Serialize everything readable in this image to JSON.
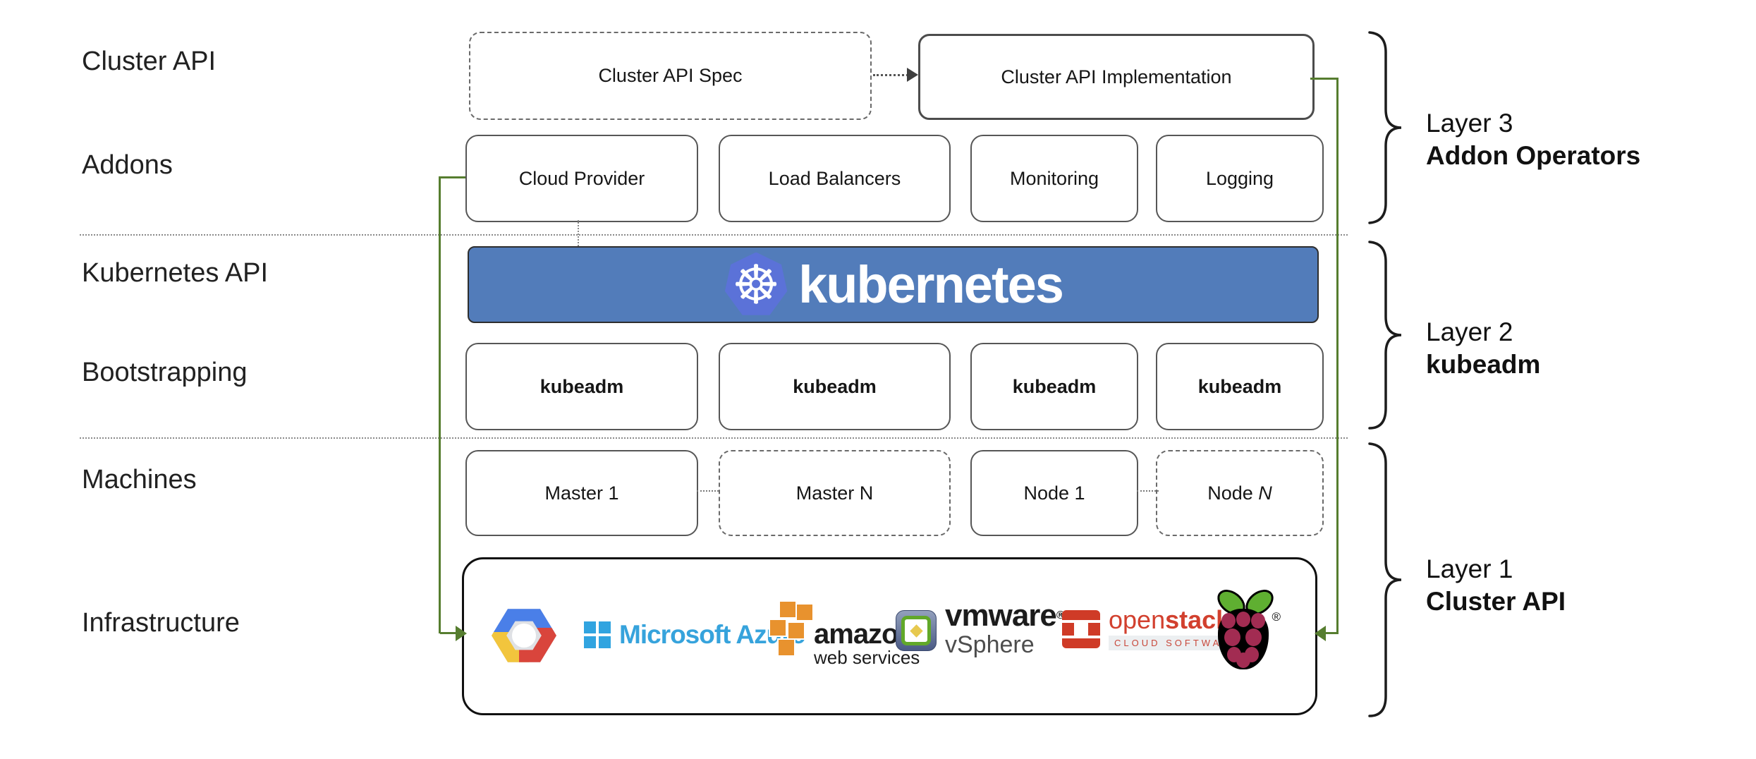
{
  "row_labels": {
    "cluster_api": "Cluster API",
    "addons": "Addons",
    "kubernetes_api": "Kubernetes API",
    "bootstrapping": "Bootstrapping",
    "machines": "Machines",
    "infrastructure": "Infrastructure"
  },
  "cluster_api_row": {
    "spec": "Cluster API Spec",
    "implementation": "Cluster API Implementation"
  },
  "addons_row": [
    "Cloud Provider",
    "Load Balancers",
    "Monitoring",
    "Logging"
  ],
  "kubernetes_banner": {
    "wheel_glyph": "☸",
    "wordmark": "kubernetes"
  },
  "bootstrapping_row": [
    "kubeadm",
    "kubeadm",
    "kubeadm",
    "kubeadm"
  ],
  "machines_row": {
    "master_1": "Master 1",
    "master_n": "Master N",
    "node_1": "Node 1",
    "node_n_prefix": "Node ",
    "node_n_suffix": "N"
  },
  "infrastructure_row": {
    "azure_text": "Microsoft Azure",
    "amazon_text": "amazon",
    "amazon_sub": "web services",
    "vmware_text": "vmware",
    "vmware_reg": "®",
    "vmware_sub": "vSphere",
    "openstack_open": "open",
    "openstack_stack": "stack",
    "openstack_tm": "™",
    "openstack_sub": "CLOUD SOFTWARE",
    "raspberry_reg": "®"
  },
  "layers": {
    "layer3": {
      "line1": "Layer 3",
      "line2": "Addon Operators"
    },
    "layer2": {
      "line1": "Layer 2",
      "line2": "kubeadm"
    },
    "layer1": {
      "line1": "Layer 1",
      "line2": "Cluster API"
    }
  },
  "colors": {
    "connector_green": "#567d2f",
    "kubernetes_banner_blue": "#527cba",
    "kubernetes_logo_blue": "#5b72d8",
    "azure_blue": "#36a3dc",
    "aws_orange": "#e8922e",
    "openstack_red": "#d2402e",
    "raspberry_magenta": "#a22c52",
    "leaf_green": "#5faf31",
    "gcp_blue": "#4a7fe8",
    "gcp_red": "#d9453c",
    "gcp_yellow": "#f2c53d"
  }
}
